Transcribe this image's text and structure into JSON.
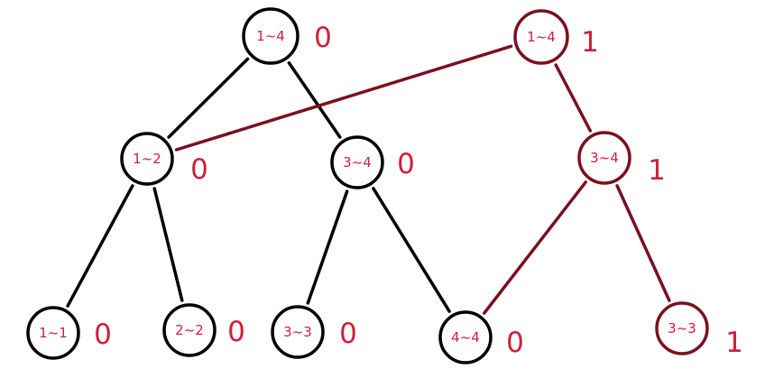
{
  "colors": {
    "original_stroke": "#000000",
    "new_stroke": "#7a1020",
    "text": "#d0203a"
  },
  "nodes": [
    {
      "id": "a14",
      "label": "1~4",
      "count": "0",
      "version": "original"
    },
    {
      "id": "a12",
      "label": "1~2",
      "count": "0",
      "version": "original"
    },
    {
      "id": "a34",
      "label": "3~4",
      "count": "0",
      "version": "original"
    },
    {
      "id": "a11",
      "label": "1~1",
      "count": "0",
      "version": "original"
    },
    {
      "id": "a22",
      "label": "2~2",
      "count": "0",
      "version": "original"
    },
    {
      "id": "a33",
      "label": "3~3",
      "count": "0",
      "version": "original"
    },
    {
      "id": "a44",
      "label": "4~4",
      "count": "0",
      "version": "original"
    },
    {
      "id": "b14",
      "label": "1~4",
      "count": "1",
      "version": "new"
    },
    {
      "id": "b34",
      "label": "3~4",
      "count": "1",
      "version": "new"
    },
    {
      "id": "b33",
      "label": "3~3",
      "count": "1",
      "version": "new"
    }
  ],
  "edges": [
    {
      "from": "a14",
      "to": "a12",
      "version": "original"
    },
    {
      "from": "a14",
      "to": "a34",
      "version": "original"
    },
    {
      "from": "a12",
      "to": "a11",
      "version": "original"
    },
    {
      "from": "a12",
      "to": "a22",
      "version": "original"
    },
    {
      "from": "a34",
      "to": "a33",
      "version": "original"
    },
    {
      "from": "a34",
      "to": "a44",
      "version": "original"
    },
    {
      "from": "b14",
      "to": "a12",
      "version": "new"
    },
    {
      "from": "b14",
      "to": "b34",
      "version": "new"
    },
    {
      "from": "b34",
      "to": "a44",
      "version": "new"
    },
    {
      "from": "b34",
      "to": "b33",
      "version": "new"
    }
  ]
}
